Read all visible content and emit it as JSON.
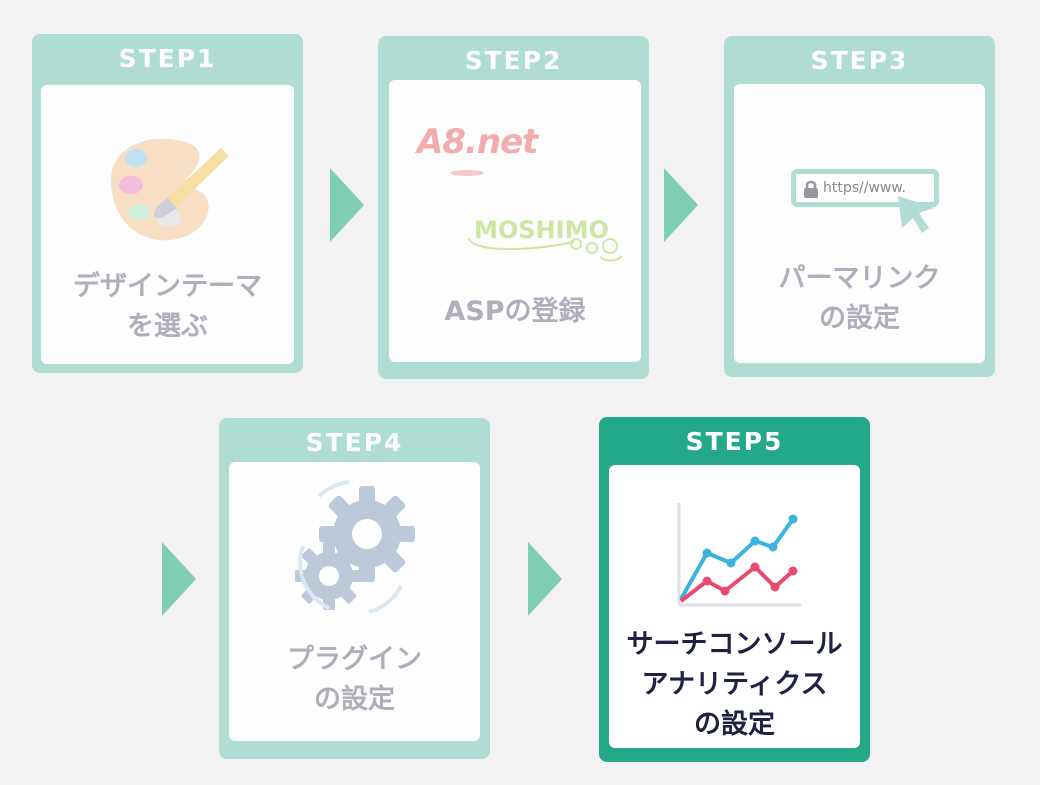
{
  "steps": [
    {
      "title": "STEP1",
      "label_lines": [
        "デザインテーマ",
        "を選ぶ"
      ],
      "state": "inactive",
      "icon": "palette-icon"
    },
    {
      "title": "STEP2",
      "label_lines": [
        "ASPの登録"
      ],
      "state": "inactive",
      "icon": "asp-logos",
      "logos": {
        "a8": "A8.net",
        "moshimo": "MOSHIMO"
      }
    },
    {
      "title": "STEP3",
      "label_lines": [
        "パーマリンク",
        "の設定"
      ],
      "state": "inactive",
      "icon": "url-bar-icon",
      "url_text": "https//www."
    },
    {
      "title": "STEP4",
      "label_lines": [
        "プラグイン",
        "の設定"
      ],
      "state": "inactive",
      "icon": "gears-icon"
    },
    {
      "title": "STEP5",
      "label_lines": [
        "サーチコンソール",
        "アナリティクス",
        "の設定"
      ],
      "state": "active",
      "icon": "line-chart-icon"
    }
  ],
  "colors": {
    "inactive_frame": "#a7dbcf",
    "active_frame": "#23a88a",
    "arrow": "#7fceb3",
    "inactive_text": "#a6a6b4",
    "active_text": "#1e2140",
    "chart_blue": "#3bb3dd",
    "chart_red": "#e84a70"
  }
}
